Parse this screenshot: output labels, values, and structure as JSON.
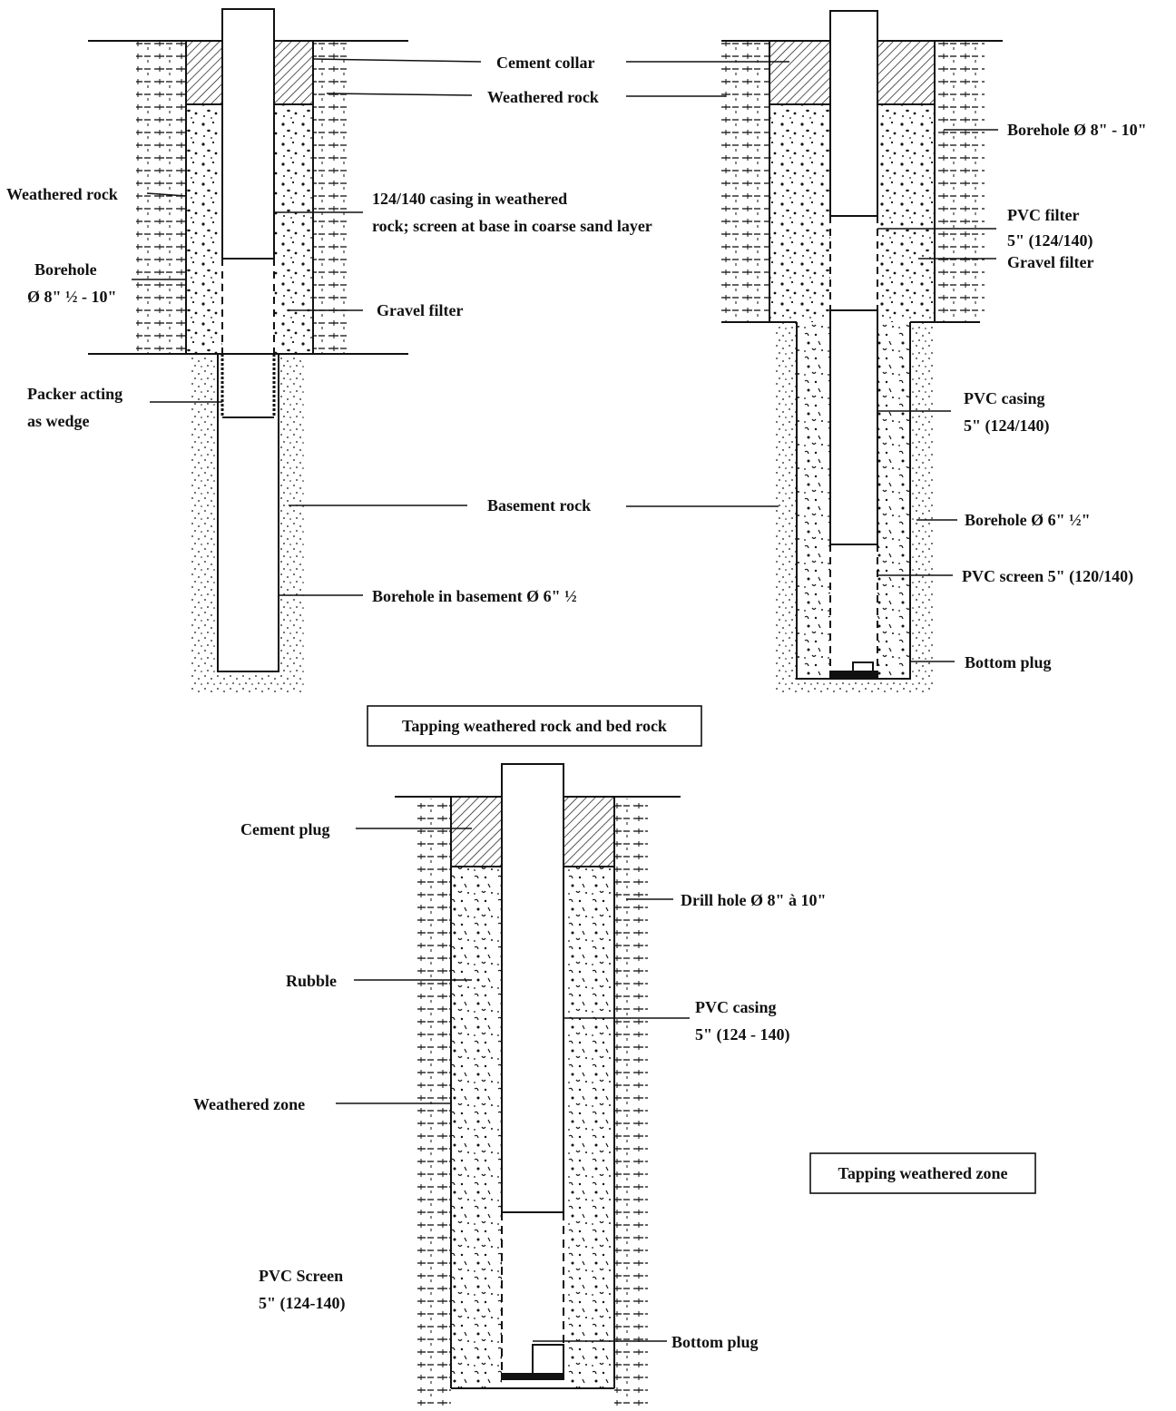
{
  "figure": {
    "colors": {
      "ink": "#111111",
      "paper": "#ffffff"
    }
  },
  "well_left": {
    "labels": {
      "cement_collar": "Cement collar",
      "weathered_rock_right": "Weathered rock",
      "weathered_rock_left": "Weathered rock",
      "casing_line1": "124/140 casing in weathered",
      "casing_line2": "rock; screen at base in coarse sand layer",
      "borehole_line1": "Borehole",
      "borehole_line2": "Ø 8\" ½ - 10\"",
      "gravel_filter": "Gravel filter",
      "packer_line1": "Packer acting",
      "packer_line2": "as wedge",
      "basement_rock": "Basement rock",
      "borehole_basement": "Borehole in basement Ø 6\" ½"
    }
  },
  "well_right": {
    "labels": {
      "borehole_top": "Borehole Ø 8\" - 10\"",
      "pvc_filter_line1": "PVC filter",
      "pvc_filter_line2": "5\" (124/140)",
      "gravel_filter": "Gravel filter",
      "pvc_casing_line1": "PVC casing",
      "pvc_casing_line2": "5\" (124/140)",
      "borehole_bottom": "Borehole Ø 6\" ½\"",
      "pvc_screen": "PVC screen 5\" (120/140)",
      "bottom_plug": "Bottom plug"
    }
  },
  "caption_top": "Tapping weathered rock and bed rock",
  "well_bottom": {
    "labels": {
      "cement_plug": "Cement plug",
      "drill_hole": "Drill hole Ø 8\" à 10\"",
      "rubble": "Rubble",
      "pvc_casing_line1": "PVC casing",
      "pvc_casing_line2": "5\" (124 - 140)",
      "weathered_zone": "Weathered zone",
      "pvc_screen_line1": "PVC Screen",
      "pvc_screen_line2": "5\" (124-140)",
      "bottom_plug": "Bottom plug"
    }
  },
  "caption_bottom": "Tapping weathered zone"
}
